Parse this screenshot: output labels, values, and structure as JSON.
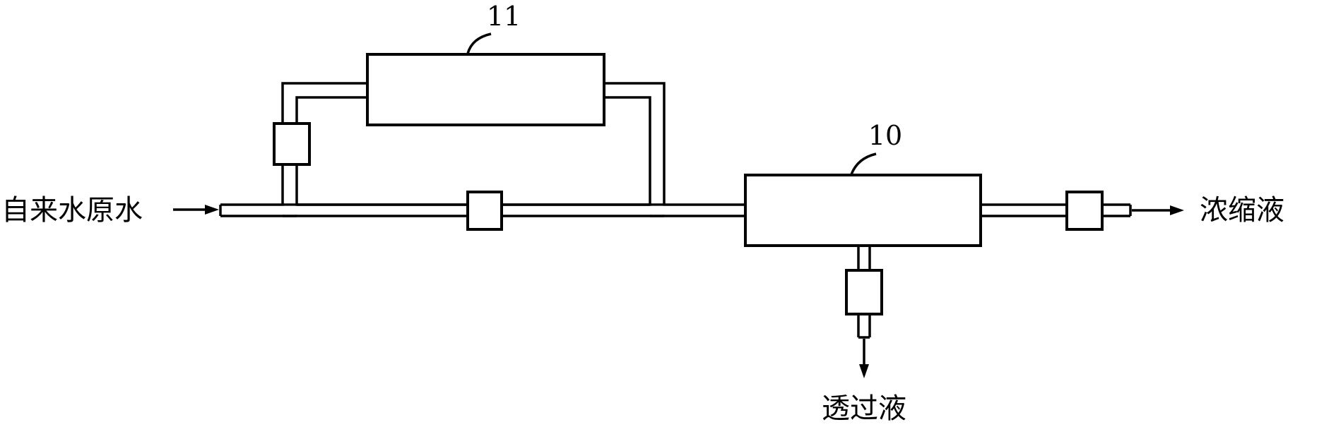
{
  "labels": {
    "inlet": "自来水原水",
    "concentrate": "浓缩液",
    "permeate": "透过液",
    "membrane_module_main": "10",
    "membrane_module_bypass": "11"
  }
}
